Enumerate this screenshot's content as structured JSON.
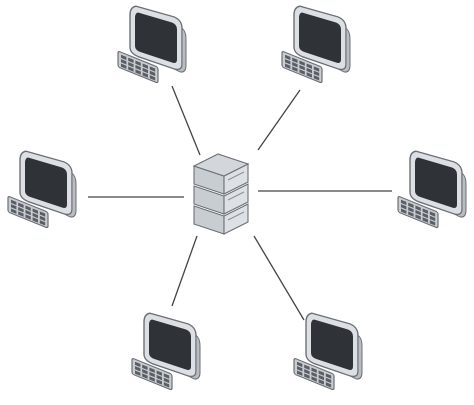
{
  "diagram": {
    "type": "star-topology",
    "hub": {
      "icon": "server-icon"
    },
    "nodes": [
      {
        "id": "top-left",
        "icon": "computer-icon"
      },
      {
        "id": "top-right",
        "icon": "computer-icon"
      },
      {
        "id": "middle-left",
        "icon": "computer-icon"
      },
      {
        "id": "middle-right",
        "icon": "computer-icon"
      },
      {
        "id": "bottom-left",
        "icon": "computer-icon"
      },
      {
        "id": "bottom-right",
        "icon": "computer-icon"
      }
    ],
    "links": [
      [
        "hub",
        "top-left"
      ],
      [
        "hub",
        "top-right"
      ],
      [
        "hub",
        "middle-left"
      ],
      [
        "hub",
        "middle-right"
      ],
      [
        "hub",
        "bottom-left"
      ],
      [
        "hub",
        "bottom-right"
      ]
    ],
    "colors": {
      "screen": "#2f3338",
      "bezel": "#dcdfe3",
      "outline": "#6b7076",
      "keyboard": "#c9cdd2",
      "server": "#d3d7dc",
      "link": "#444444"
    }
  }
}
